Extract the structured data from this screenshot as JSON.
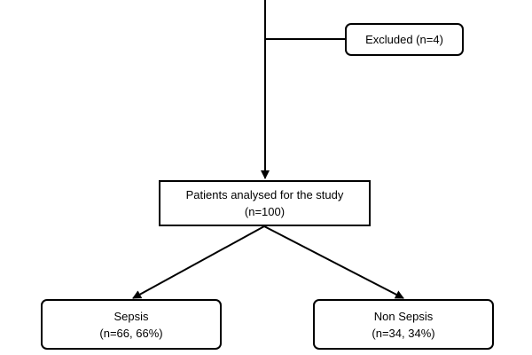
{
  "excluded": {
    "label": "Excluded (n=4)"
  },
  "analysed": {
    "line1": "Patients analysed for the study",
    "line2": "(n=100)"
  },
  "sepsis": {
    "line1": "Sepsis",
    "line2": "(n=66, 66%)"
  },
  "non_sepsis": {
    "line1": "Non Sepsis",
    "line2": "(n=34, 34%)"
  },
  "colors": {
    "stroke": "#000000",
    "background": "#ffffff"
  }
}
